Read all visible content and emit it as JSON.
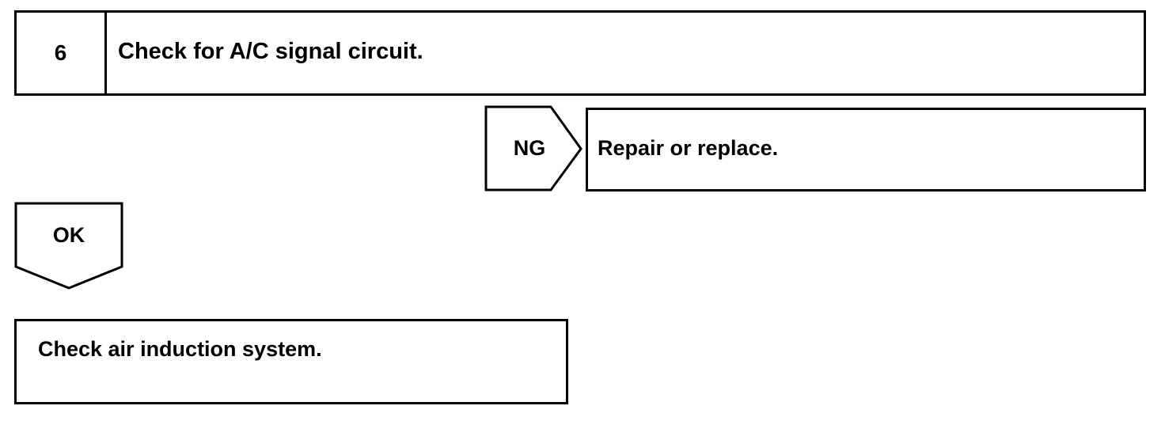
{
  "step": {
    "number": "6",
    "title": "Check for A/C signal circuit."
  },
  "ng_branch": {
    "label": "NG",
    "action": "Repair or replace."
  },
  "ok_branch": {
    "label": "OK",
    "next_step": "Check air induction system."
  }
}
